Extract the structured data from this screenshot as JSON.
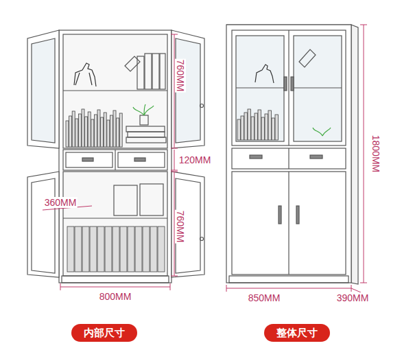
{
  "diagram": {
    "nodes": [
      {
        "text": [
          "内部尺寸"
        ]
      },
      {
        "text": [
          "整体尺寸"
        ]
      }
    ],
    "labels": [
      "760MM",
      "120MM",
      "360MM",
      "760MM",
      "800MM",
      "850MM",
      "390MM",
      "1800MM"
    ]
  }
}
